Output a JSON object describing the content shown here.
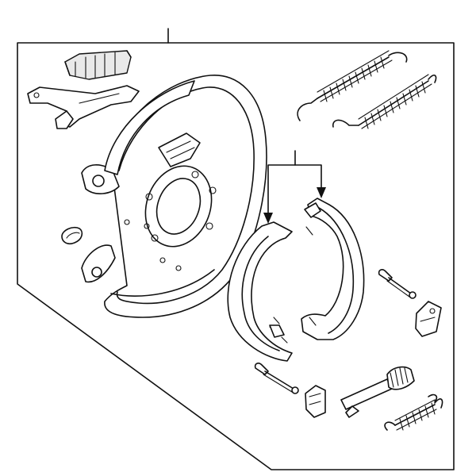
{
  "diagram": {
    "kind": "exploded parts diagram",
    "colors": {
      "line": "#111111",
      "background": "#ffffff",
      "shade": "#e9e9e9"
    },
    "parts": [
      {
        "name": "backing-plate-assembly"
      },
      {
        "name": "parking-brake-shoes"
      },
      {
        "name": "return-springs"
      },
      {
        "name": "adjuster-spring"
      },
      {
        "name": "hold-down-pins"
      },
      {
        "name": "adjuster-assembly"
      },
      {
        "name": "lever-bracket"
      },
      {
        "name": "cable-clips"
      },
      {
        "name": "plug"
      },
      {
        "name": "strut"
      }
    ]
  }
}
